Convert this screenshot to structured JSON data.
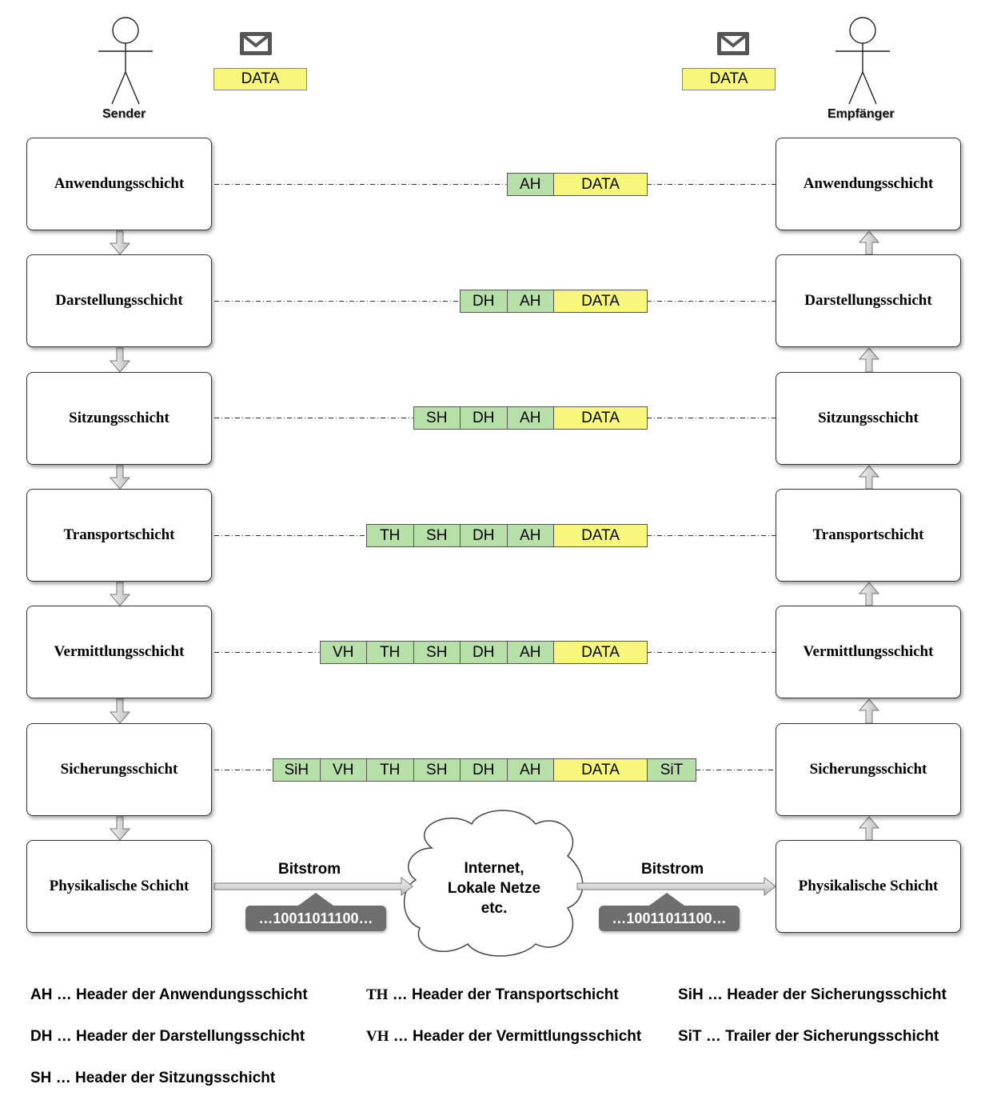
{
  "actors": {
    "sender": "Sender",
    "receiver": "Empfänger"
  },
  "message_label": "DATA",
  "layers": [
    "Anwendungsschicht",
    "Darstellungsschicht",
    "Sitzungsschicht",
    "Transportschicht",
    "Vermittlungsschicht",
    "Sicherungsschicht",
    "Physikalische Schicht"
  ],
  "pdus": [
    [
      "AH",
      "DATA"
    ],
    [
      "DH",
      "AH",
      "DATA"
    ],
    [
      "SH",
      "DH",
      "AH",
      "DATA"
    ],
    [
      "TH",
      "SH",
      "DH",
      "AH",
      "DATA"
    ],
    [
      "VH",
      "TH",
      "SH",
      "DH",
      "AH",
      "DATA"
    ],
    [
      "SiH",
      "VH",
      "TH",
      "SH",
      "DH",
      "AH",
      "DATA",
      "SiT"
    ]
  ],
  "bitstream": {
    "label": "Bitstrom",
    "bits": "…10011011100…"
  },
  "cloud": {
    "lines": [
      "Internet,",
      "Lokale Netze",
      "etc."
    ]
  },
  "legend": [
    {
      "abbr": "AH",
      "text": "… Header der Anwendungsschicht"
    },
    {
      "abbr": "DH",
      "text": "… Header der Darstellungsschicht"
    },
    {
      "abbr": "SH",
      "text": "… Header der Sitzungsschicht"
    },
    {
      "abbr": "TH",
      "text": "… Header der Transportschicht"
    },
    {
      "abbr": "VH",
      "text": "… Header der Vermittlungsschicht"
    },
    {
      "abbr": "SiH",
      "text": "… Header der Sicherungsschicht"
    },
    {
      "abbr": "SiT",
      "text": "… Trailer der Sicherungsschicht"
    }
  ],
  "colors": {
    "header": "#b6e0a8",
    "data": "#f6f67a",
    "bit_pill": "#6e6e6e",
    "arrow": "#d8d8d8"
  }
}
